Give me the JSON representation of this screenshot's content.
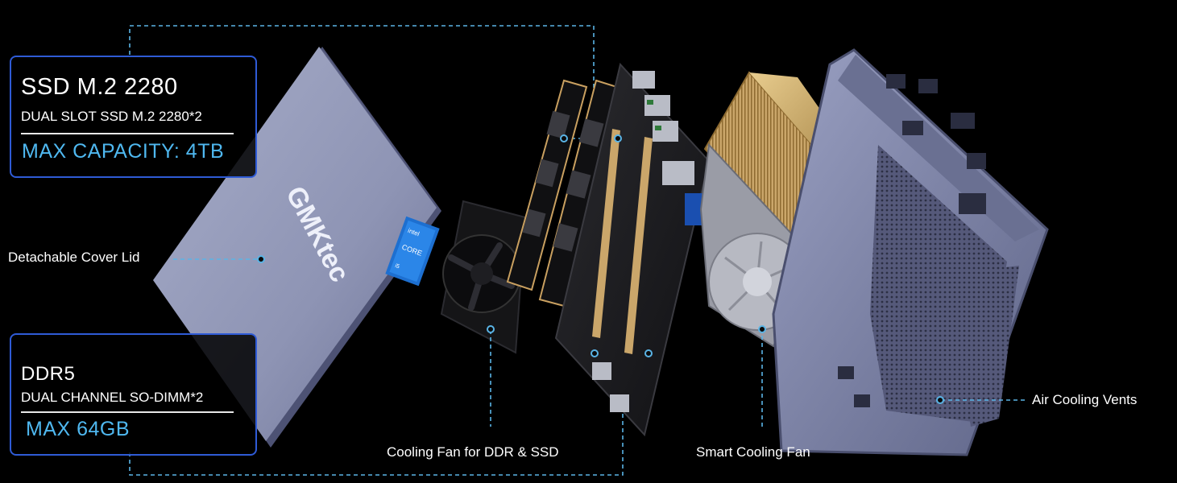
{
  "ssd_box": {
    "title": "SSD M.2 2280",
    "subtitle": "DUAL SLOT SSD M.2 2280*2",
    "highlight": "MAX CAPACITY: 4TB"
  },
  "ram_box": {
    "title": "DDR5",
    "subtitle": "DUAL CHANNEL SO-DIMM*2",
    "highlight": "MAX 64GB"
  },
  "callouts": {
    "cover_lid": "Detachable Cover Lid",
    "ddr_ssd_fan": "Cooling Fan for DDR & SSD",
    "smart_fan": "Smart Cooling Fan",
    "air_vents": "Air Cooling Vents"
  },
  "cover_logo": "GMKtec",
  "badge": {
    "brand": "intel",
    "line": "CORE",
    "tier": "i5"
  },
  "colors": {
    "box_border": "#2f5bd6",
    "highlight": "#4fb8f0",
    "leader_line": "#5ab4e6",
    "chassis": "#8c93b8",
    "heatsink": "#c9a76a"
  }
}
